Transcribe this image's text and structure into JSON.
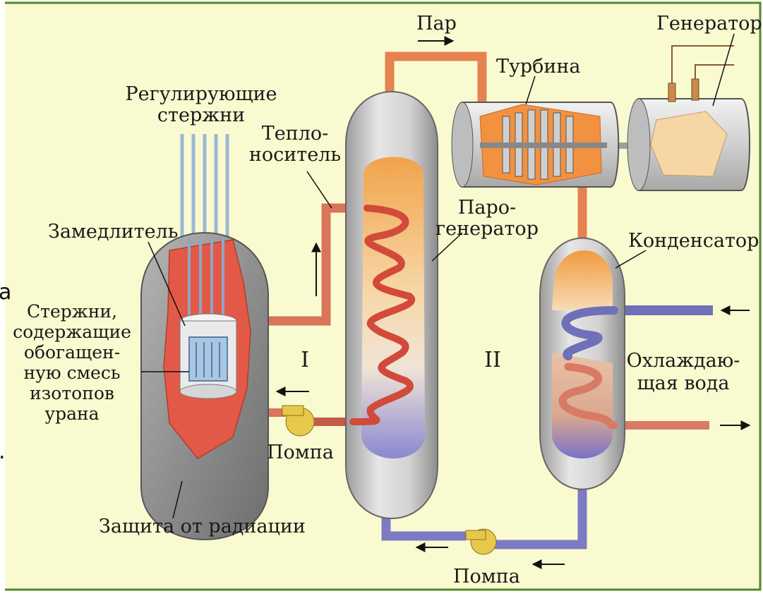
{
  "labels": {
    "control_rods": [
      "Регулирующие",
      "стержни"
    ],
    "coolant": [
      "Тепло-",
      "носитель"
    ],
    "steam": "Пар",
    "turbine": "Турбина",
    "generator": "Генератор",
    "steam_generator": [
      "Паро-",
      "генератор"
    ],
    "moderator": "Замедлитель",
    "condenser": "Конденсатор",
    "fuel_rods": [
      "Стержни,",
      "содержащие",
      "обогащен-",
      "ную смесь",
      "изотопов",
      "урана"
    ],
    "circuit_one": "I",
    "circuit_two": "II",
    "cooling_water": [
      "Охлаждаю-",
      "щая вода"
    ],
    "pump_primary": "Помпа",
    "pump_secondary": "Помпа",
    "radiation_shield": "Защита от радиации"
  },
  "edge_fragments": {
    "left_a": "а",
    "left_dot": "."
  },
  "colors": {
    "background": "#fafad0",
    "frame": "#4f8a2a",
    "primary_pipe": "#d8755a",
    "steam_pipe": "#e48250",
    "return_pipe": "#7b7bc4",
    "cooling_in": "#6f6fba",
    "cooling_out": "#d87a64",
    "vessel": "#c9c9c9",
    "core": "#e25a47",
    "pump": "#e8c84a",
    "rods": "#9db8d4"
  }
}
